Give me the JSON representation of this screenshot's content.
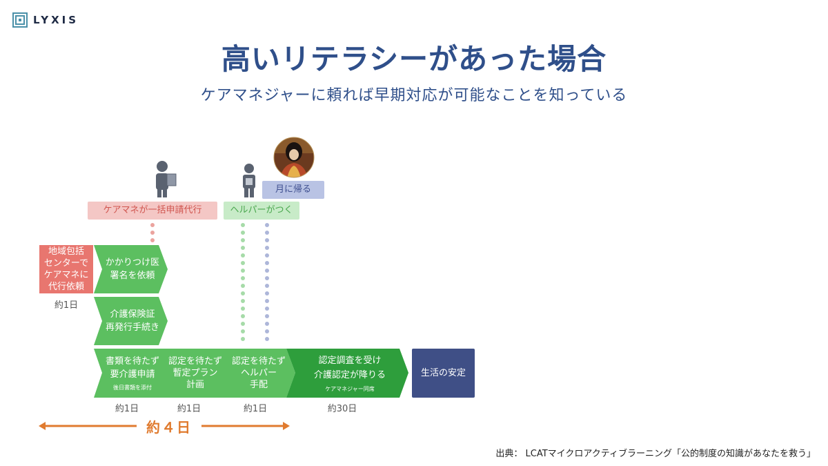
{
  "brand": {
    "name": "LYXIS",
    "icon": "square-spiral-icon"
  },
  "title": "高いリテラシーがあった場合",
  "subtitle": "ケアマネジャーに頼れば早期対応が可能なことを知っている",
  "tags": {
    "caremanager": "ケアマネが一括申請代行",
    "helper": "ヘルパーがつく",
    "moon": "月に帰る"
  },
  "steps": {
    "center": [
      "地域包括",
      "センターで",
      "ケアマネに",
      "代行依頼"
    ],
    "doctor": [
      "かかりつけ医",
      "署名を依頼"
    ],
    "insurance": [
      "介護保険証",
      "再発行手続き"
    ],
    "apply": [
      "書類を待たず",
      "要介護申請"
    ],
    "apply_note": "後日書類を添付",
    "plan": [
      "認定を待たず",
      "暫定プラン",
      "計画"
    ],
    "helper": [
      "認定を待たず",
      "ヘルパー",
      "手配"
    ],
    "cert": [
      "認定調査を受け",
      "介護認定が降りる"
    ],
    "cert_note": "ケアマネジャー同席",
    "stable": "生活の安定"
  },
  "durations": {
    "center": "約1日",
    "apply": "約1日",
    "plan": "約1日",
    "helper": "約1日",
    "cert": "約30日"
  },
  "total": "約４日",
  "source": "出典：  LCATマイクロアクティブラーニング「公的制度の知識があなたを救う」",
  "colors": {
    "title": "#2f4f8a",
    "red": "#e8766f",
    "green": "#5cbf60",
    "dark_green": "#2e9e3c",
    "navy": "#3f4f86",
    "orange": "#e07b2f"
  }
}
